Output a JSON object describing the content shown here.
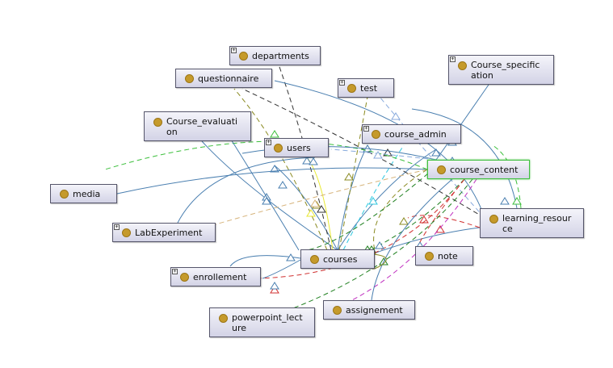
{
  "diagram": {
    "nodes": [
      {
        "id": "departments",
        "label": "departments",
        "expandable": true
      },
      {
        "id": "questionnaire",
        "label": "questionnaire",
        "expandable": false
      },
      {
        "id": "test",
        "label": "test",
        "expandable": true
      },
      {
        "id": "course_specification",
        "label": "Course_specific\nation",
        "expandable": true
      },
      {
        "id": "course_evaluation",
        "label": "Course_evaluati\non",
        "expandable": false
      },
      {
        "id": "course_admin",
        "label": "course_admin",
        "expandable": true
      },
      {
        "id": "users",
        "label": "users",
        "expandable": true
      },
      {
        "id": "course_content",
        "label": "course_content",
        "expandable": false,
        "selected": true
      },
      {
        "id": "media",
        "label": "media",
        "expandable": false
      },
      {
        "id": "learning_resource",
        "label": "learning_resour\nce",
        "expandable": false
      },
      {
        "id": "labexperiment",
        "label": "LabExperiment",
        "expandable": true
      },
      {
        "id": "courses",
        "label": "courses",
        "expandable": false
      },
      {
        "id": "note",
        "label": "note",
        "expandable": false
      },
      {
        "id": "enrollement",
        "label": "enrollement",
        "expandable": true
      },
      {
        "id": "assignement",
        "label": "assignement",
        "expandable": false
      },
      {
        "id": "powerpoint_lecture",
        "label": "powerpoint_lect\nure",
        "expandable": false
      }
    ],
    "colors": {
      "node_border": "#55556a",
      "selected_border": "#3fbf3f",
      "class_dot": "#c59a2b",
      "edge_blue": "#4a7fb0",
      "edge_green": "#3cbf3c",
      "edge_dark": "#333333",
      "edge_olive": "#8a8a20",
      "edge_yellow": "#e8e830",
      "edge_tan": "#d6b37a",
      "edge_cyan": "#30c8e0",
      "edge_red": "#d03030",
      "edge_magenta": "#c030c0",
      "edge_darkgreen": "#208020",
      "edge_lightblue": "#88aadd"
    },
    "icons": {
      "class_marker": "class-circle-icon",
      "expand_marker": "plus-box-icon"
    }
  }
}
